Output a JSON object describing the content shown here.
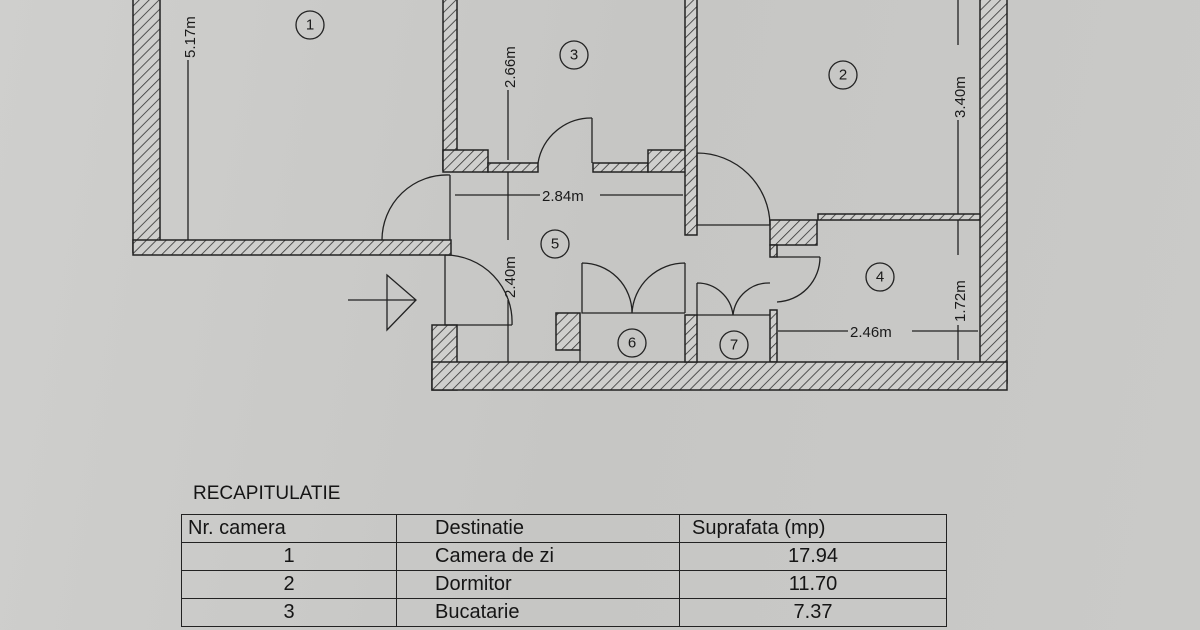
{
  "plan": {
    "rooms": [
      "1",
      "2",
      "3",
      "4",
      "5",
      "6",
      "7"
    ],
    "dimensions": {
      "room1_height": "5.17m",
      "room3_height": "2.66m",
      "room2_height": "3.40m",
      "hall_width": "2.84m",
      "hall_height": "2.40m",
      "room4_height": "1.72m",
      "room4_width": "2.46m"
    }
  },
  "summary": {
    "title": "RECAPITULATIE",
    "headers": [
      "Nr. camera",
      "Destinatie",
      "Suprafata (mp)"
    ],
    "rows": [
      [
        "1",
        "Camera de zi",
        "17.94"
      ],
      [
        "2",
        "Dormitor",
        "11.70"
      ],
      [
        "3",
        "Bucatarie",
        "7.37"
      ]
    ]
  }
}
